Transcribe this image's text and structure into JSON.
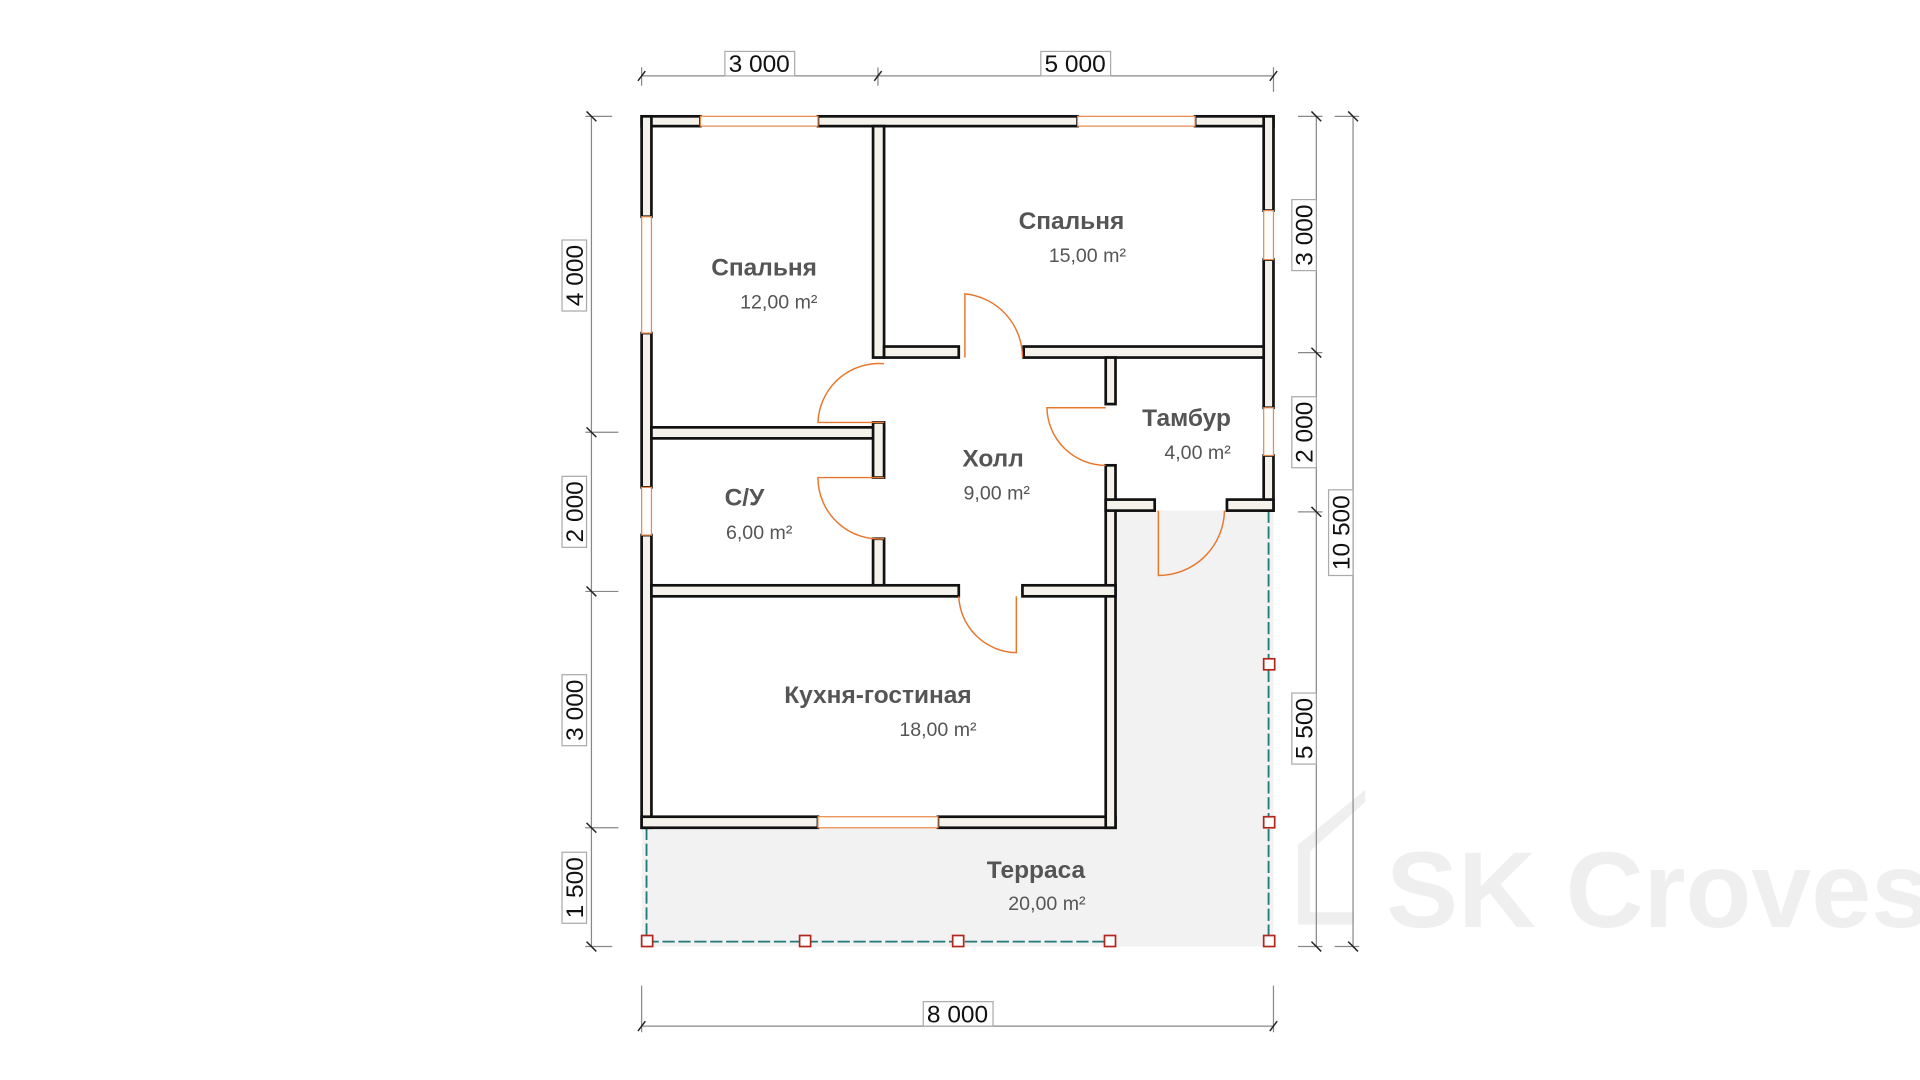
{
  "rooms": {
    "bedroom_left": {
      "name": "Спальня",
      "area": "12,00 m²"
    },
    "bedroom_right": {
      "name": "Спальня",
      "area": "15,00 m²"
    },
    "bathroom": {
      "name": "С/У",
      "area": "6,00 m²"
    },
    "hall": {
      "name": "Холл",
      "area": "9,00 m²"
    },
    "vestibule": {
      "name": "Тамбур",
      "area": "4,00 m²"
    },
    "kitchen": {
      "name": "Кухня-гостиная",
      "area": "18,00 m²"
    },
    "terrace": {
      "name": "Терраса",
      "area": "20,00 m²"
    }
  },
  "dimensions": {
    "top": [
      "3 000",
      "5 000"
    ],
    "left": [
      "4 000",
      "2 000",
      "3 000",
      "1 500"
    ],
    "right": [
      "3 000",
      "2 000",
      "5 500"
    ],
    "right_total": "10 500",
    "bottom": "8 000"
  },
  "watermark": "SK Croves",
  "colors": {
    "wall_fill": "#f4f2ea",
    "door": "#e8772e",
    "terrace": "#f2f2f2",
    "rail": "#1f7a78",
    "post": "#b3261e"
  }
}
